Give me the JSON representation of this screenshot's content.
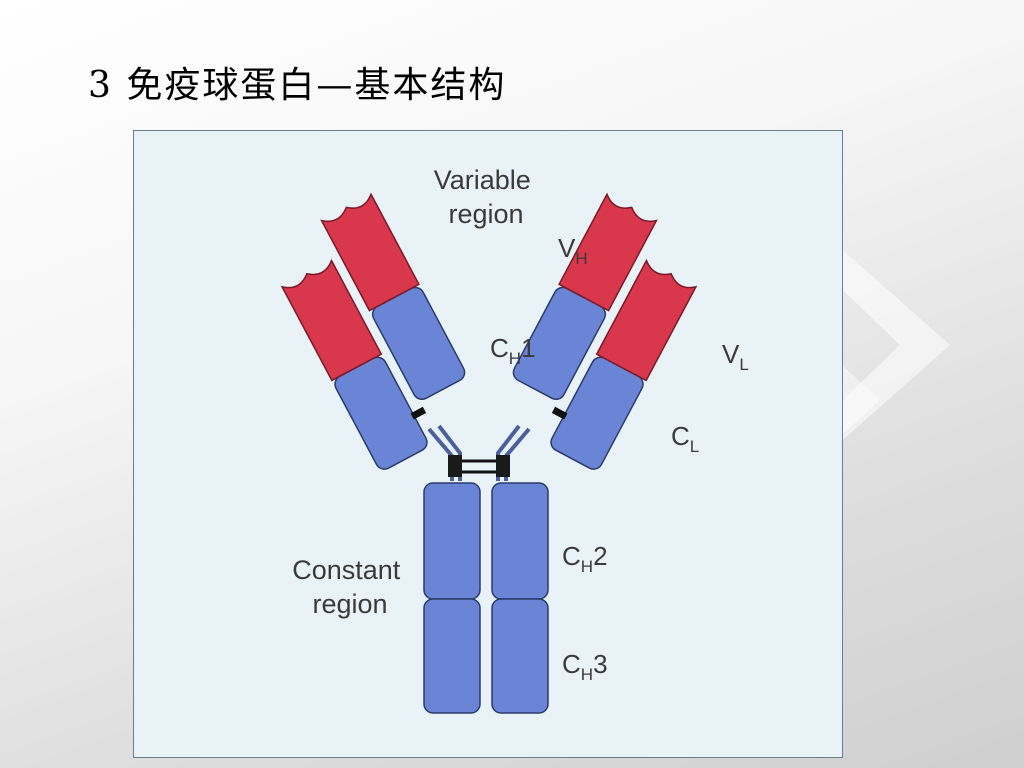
{
  "slide": {
    "title": "3  免疫球蛋白—基本结构"
  },
  "colors": {
    "variable_domain": "#d9374b",
    "constant_domain": "#6b85d6",
    "domain_outline": "#2a3a6a",
    "panel_background": "#e9f2f7",
    "label_text": "#3a3a3a"
  },
  "diagram": {
    "labels": {
      "variable_region_line1": "Variable",
      "variable_region_line2": "region",
      "constant_region_line1": "Constant",
      "constant_region_line2": "region",
      "vh": {
        "base": "V",
        "sub": "H"
      },
      "vl": {
        "base": "V",
        "sub": "L"
      },
      "ch1": {
        "base": "C",
        "sub": "H",
        "suffix": "1"
      },
      "cl": {
        "base": "C",
        "sub": "L"
      },
      "ch2": {
        "base": "C",
        "sub": "H",
        "suffix": "2"
      },
      "ch3": {
        "base": "C",
        "sub": "H",
        "suffix": "3"
      }
    }
  }
}
